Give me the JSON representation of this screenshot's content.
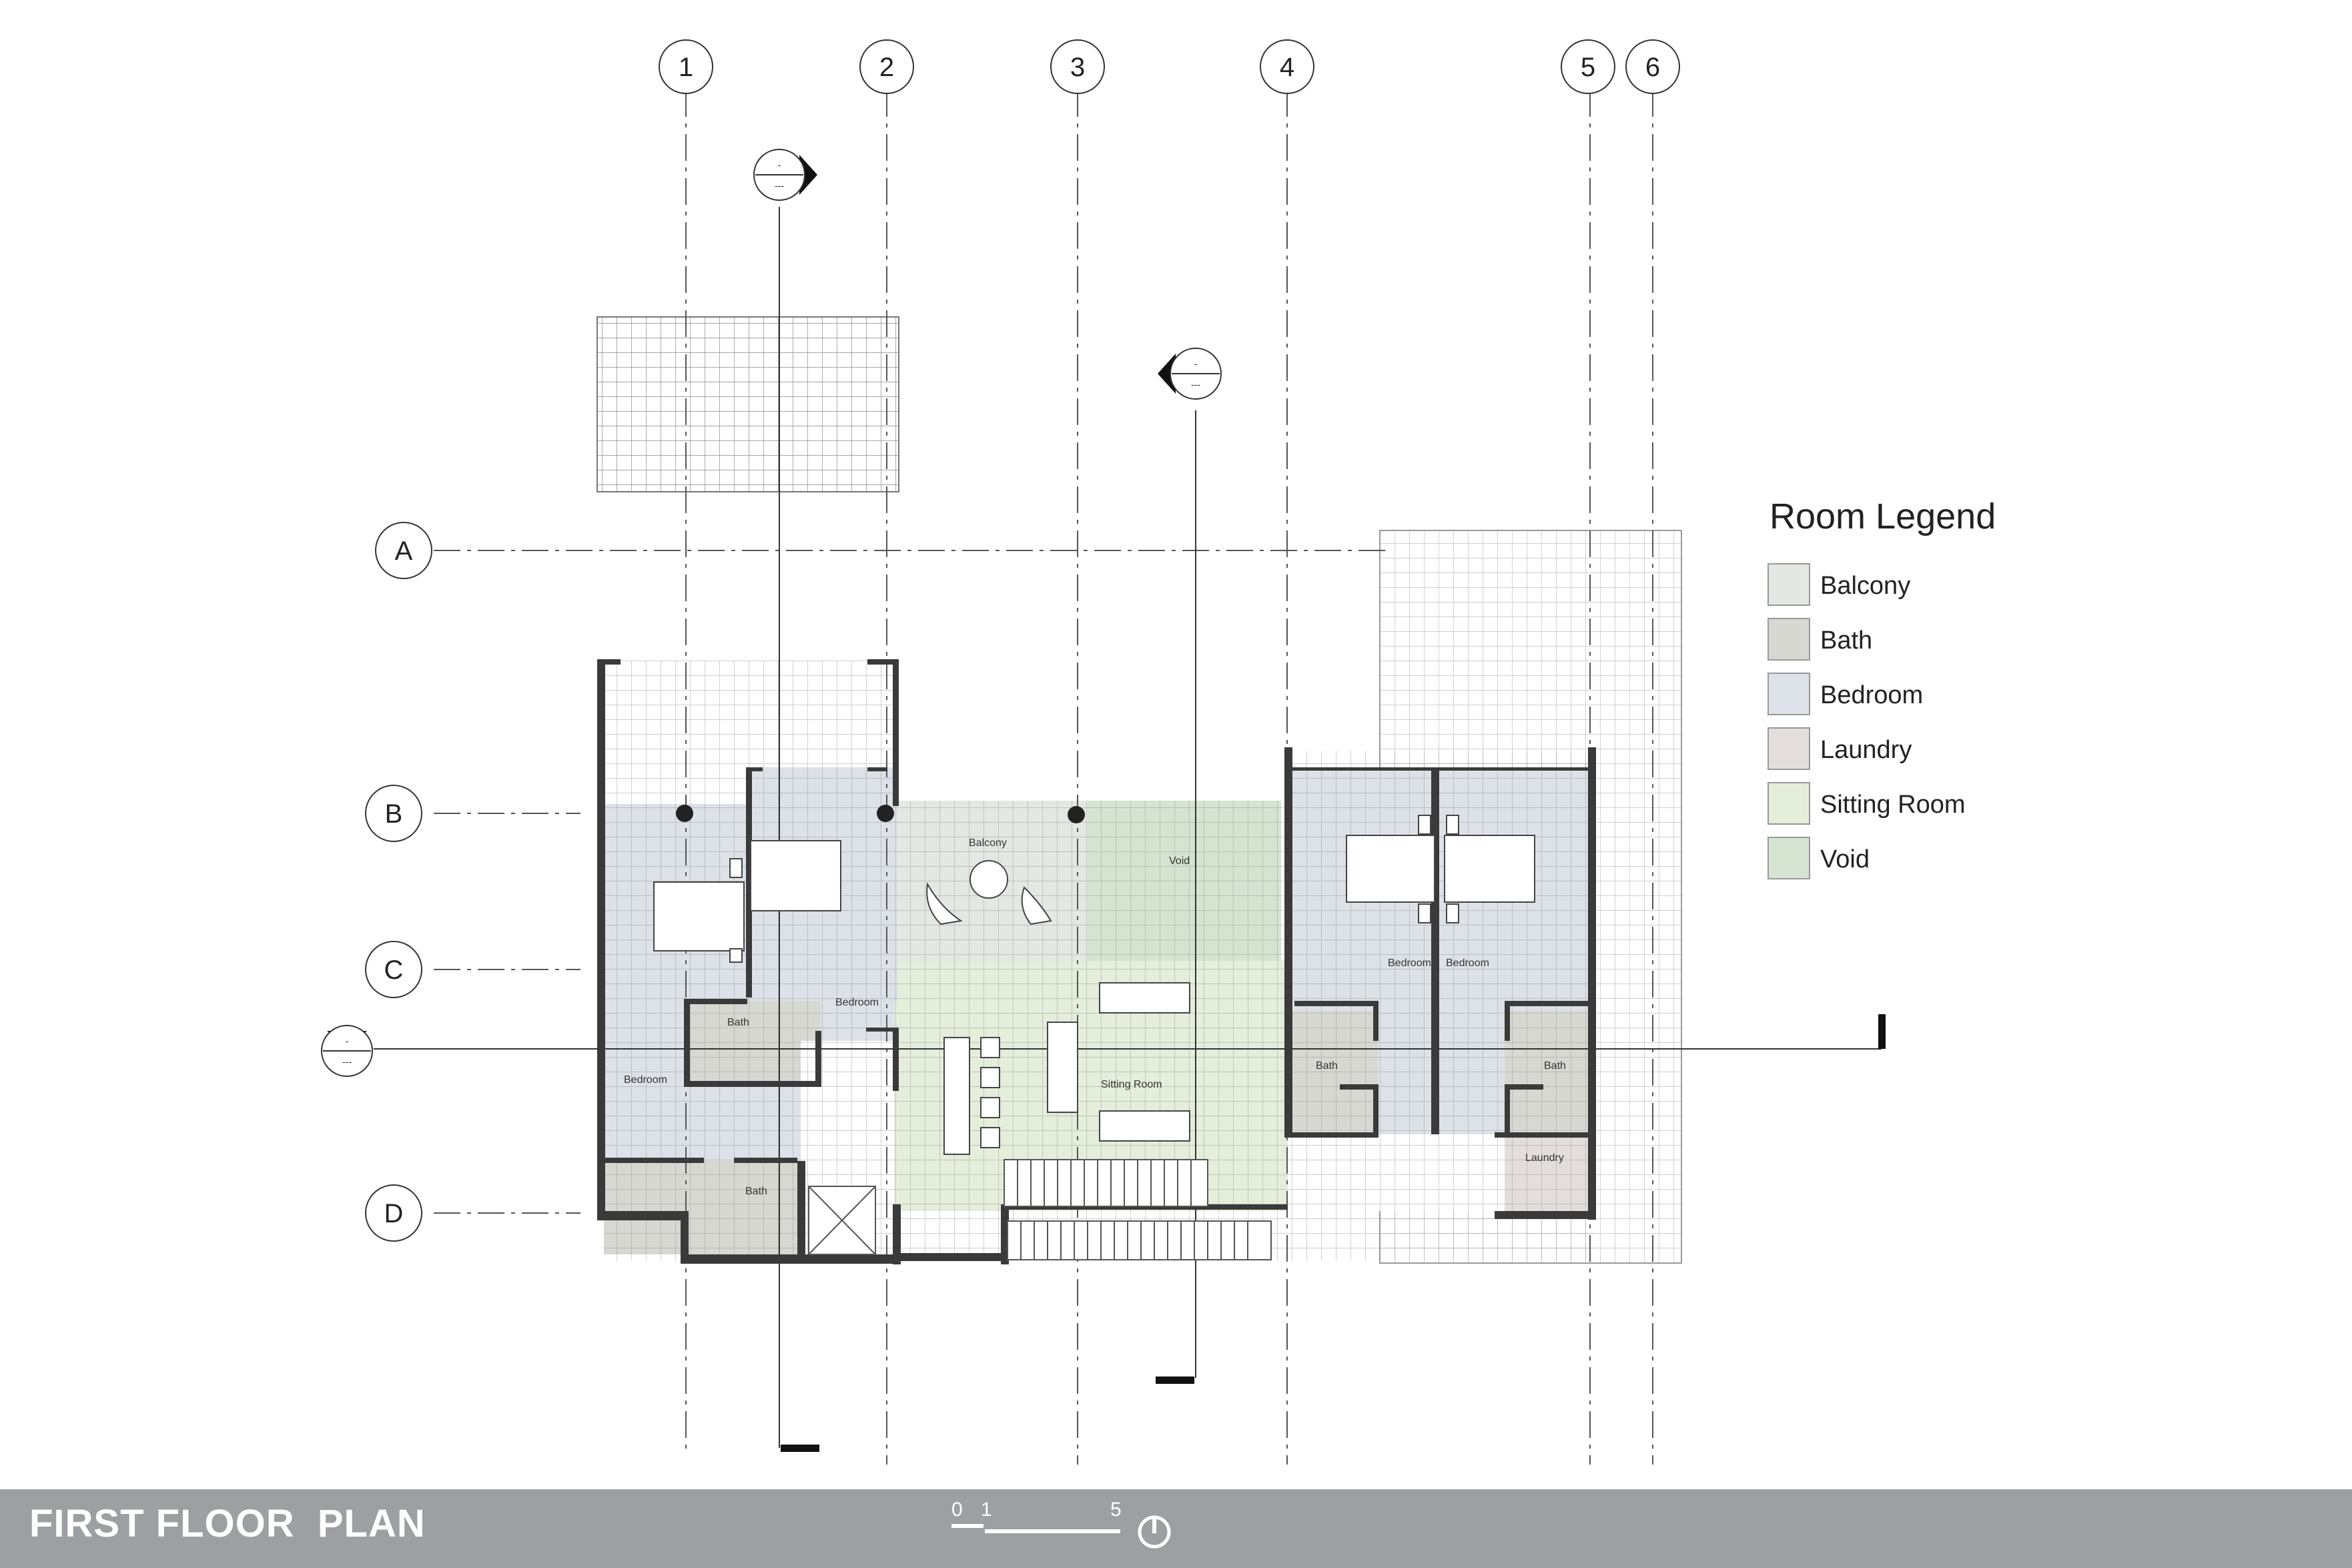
{
  "drawing": {
    "title": "FIRST FLOOR  PLAN",
    "scale_labels": [
      "0",
      "1",
      "5"
    ],
    "grid_columns": [
      "1",
      "2",
      "3",
      "4",
      "5",
      "6"
    ],
    "grid_rows": [
      "A",
      "B",
      "C",
      "D"
    ],
    "section_marker_text": [
      "-",
      "---"
    ]
  },
  "legend": {
    "title": "Room Legend",
    "items": [
      {
        "label": "Balcony",
        "color": "#e3e8e4"
      },
      {
        "label": "Bath",
        "color": "#d7d8d2"
      },
      {
        "label": "Bedroom",
        "color": "#dde1e8"
      },
      {
        "label": "Laundry",
        "color": "#e3dedb"
      },
      {
        "label": "Sitting Room",
        "color": "#e4eedb"
      },
      {
        "label": "Void",
        "color": "#d4e4d1"
      }
    ]
  },
  "rooms": {
    "balcony": "Balcony",
    "void": "Void",
    "bedroom_left_upper": "Bedroom",
    "bedroom_left_lower": "Bedroom",
    "bath_left_upper": "Bath",
    "bath_left_lower": "Bath",
    "sitting_room": "Sitting Room",
    "bedroom_right_a": "Bedroom",
    "bedroom_right_b": "Bedroom",
    "bath_right_a": "Bath",
    "bath_right_b": "Bath",
    "laundry": "Laundry"
  }
}
